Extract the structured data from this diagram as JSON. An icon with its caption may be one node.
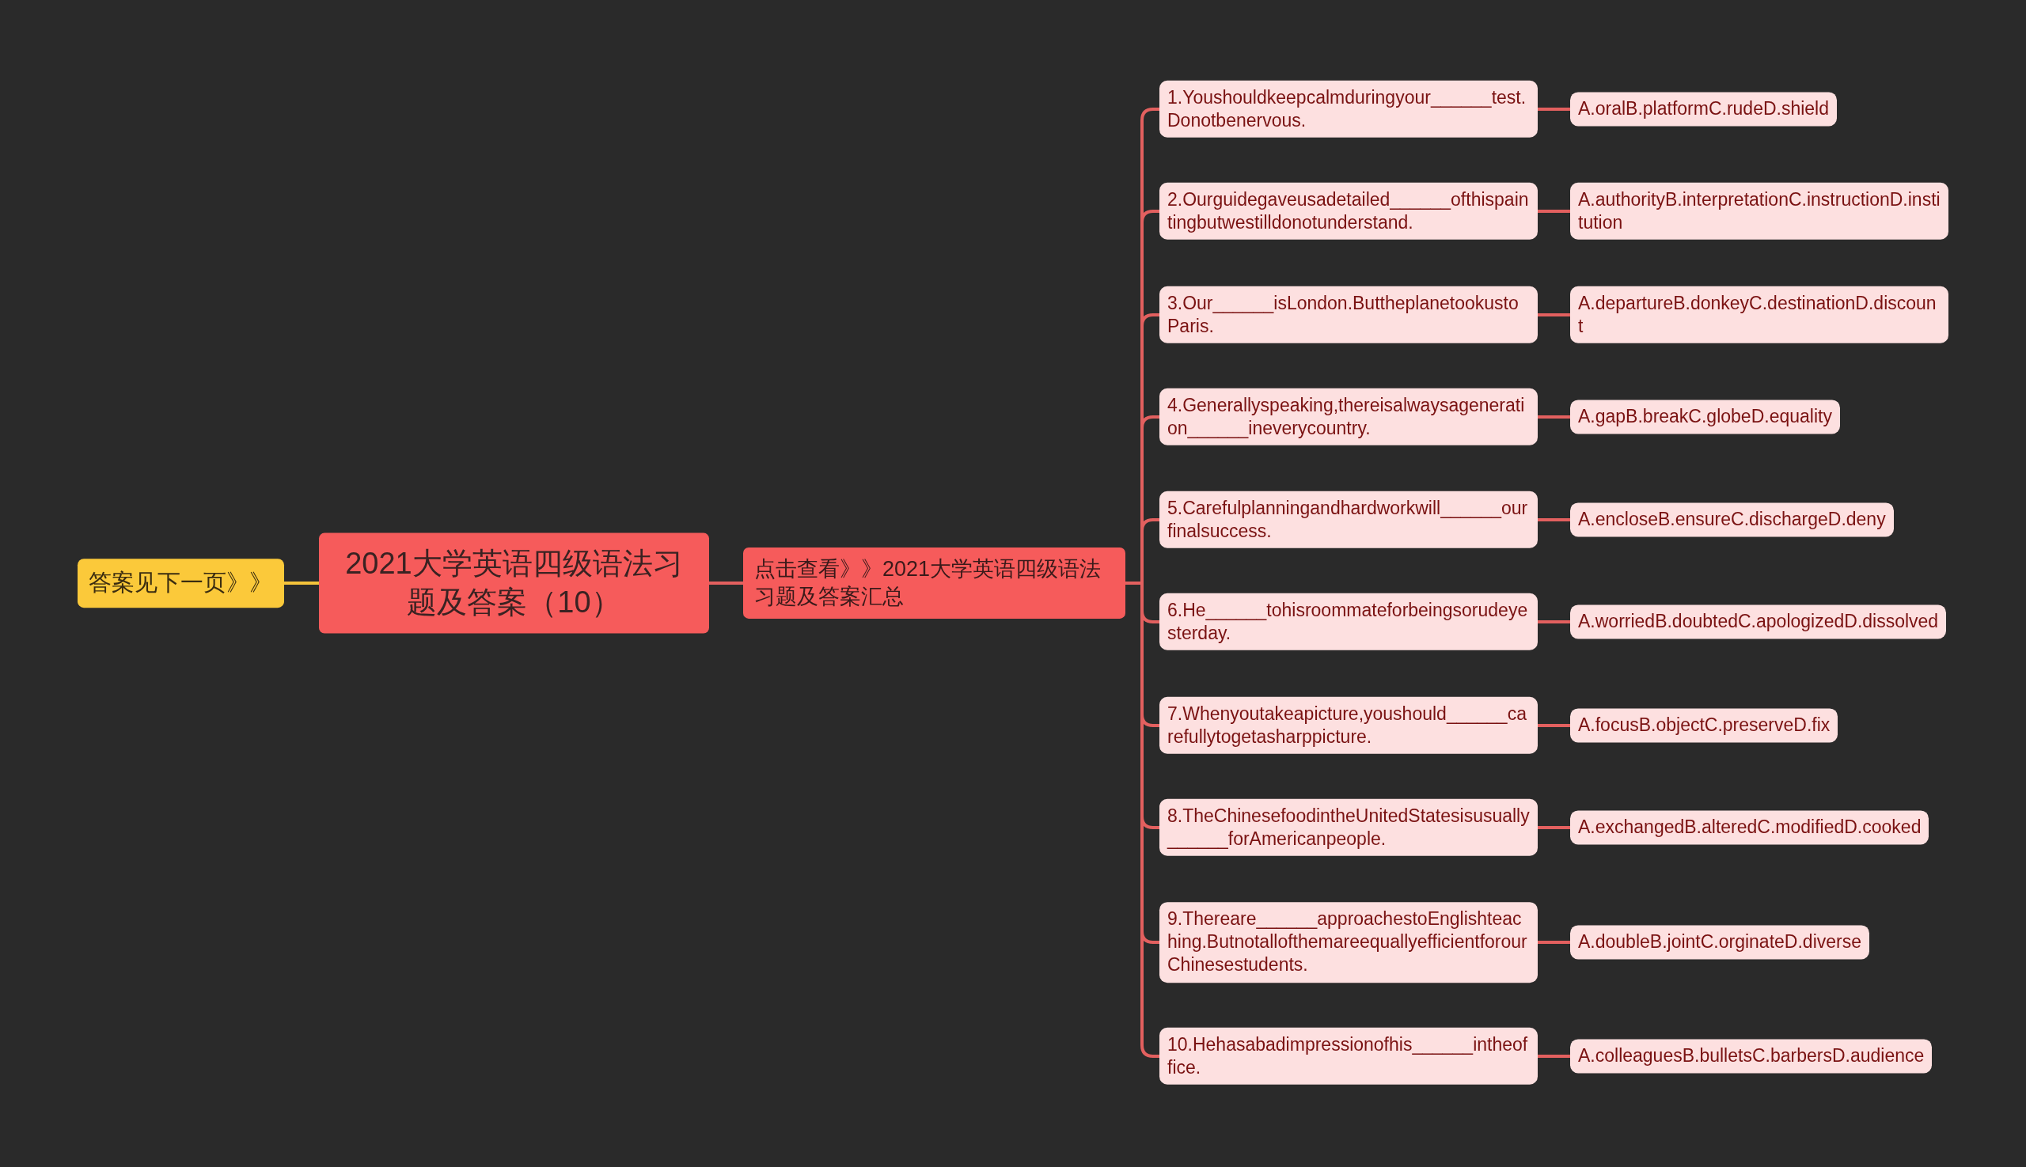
{
  "diagram": {
    "nodes": [
      {
        "text": [
          "答案见下一页》》"
        ]
      },
      {
        "text": [
          "2021大学英语四级语法习题及答案（10）"
        ]
      },
      {
        "text": [
          "点击查看》》2021大学英语四级语法习题及答案汇总"
        ]
      },
      {
        "text": [
          "1.Youshouldkeepcalmduringyour______test.Donotbenervous."
        ]
      },
      {
        "text": [
          "A.oralB.platformC.rudeD.shield"
        ]
      },
      {
        "text": [
          "2.Ourguidegaveusadetailed______ofthispaintingbutwestilldonotunderstand."
        ]
      },
      {
        "text": [
          "A.authorityB.interpretationC.instructionD.institution"
        ]
      },
      {
        "text": [
          "3.Our______isLondon.ButtheplanetookustoParis."
        ]
      },
      {
        "text": [
          "A.departureB.donkeyC.destinationD.discount"
        ]
      },
      {
        "text": [
          "4.Generallyspeaking,thereisalwaysageneration______ineverycountry."
        ]
      },
      {
        "text": [
          "A.gapB.breakC.globeD.equality"
        ]
      },
      {
        "text": [
          "5.Carefulplanningandhardworkwill______ourfinalsuccess."
        ]
      },
      {
        "text": [
          "A.encloseB.ensureC.dischargeD.deny"
        ]
      },
      {
        "text": [
          "6.He______tohisroommateforbeingsorudeyesterday."
        ]
      },
      {
        "text": [
          "A.worriedB.doubtedC.apologizedD.dissolved"
        ]
      },
      {
        "text": [
          "7.Whenyoutakeapicture,youshould______carefullytogetasharppicture."
        ]
      },
      {
        "text": [
          "A.focusB.objectC.preserveD.fix"
        ]
      },
      {
        "text": [
          "8.TheChinesefoodintheUnitedStatesisusually______forAmericanpeople."
        ]
      },
      {
        "text": [
          "A.exchangedB.alteredC.modifiedD.cooked"
        ]
      },
      {
        "text": [
          "9.Thereare______approachestoEnglishteaching.ButnotallofthemareequallyefficientforourChinesestudents."
        ]
      },
      {
        "text": [
          "A.doubleB.jointC.orginateD.diverse"
        ]
      },
      {
        "text": [
          "10.Hehasabadimpressionofhis______intheoffice."
        ]
      },
      {
        "text": [
          "A.colleaguesB.bulletsC.barbersD.audience"
        ]
      }
    ],
    "edges": [
      {
        "from": 1,
        "to": 0,
        "arrow": "none",
        "color": "#f5c33b"
      },
      {
        "from": 1,
        "to": 2,
        "arrow": "none"
      },
      {
        "from": 2,
        "to": 3,
        "arrow": "none"
      },
      {
        "from": 3,
        "to": 4,
        "arrow": "none"
      },
      {
        "from": 2,
        "to": 5,
        "arrow": "none"
      },
      {
        "from": 5,
        "to": 6,
        "arrow": "none"
      },
      {
        "from": 2,
        "to": 7,
        "arrow": "none"
      },
      {
        "from": 7,
        "to": 8,
        "arrow": "none"
      },
      {
        "from": 2,
        "to": 9,
        "arrow": "none"
      },
      {
        "from": 9,
        "to": 10,
        "arrow": "none"
      },
      {
        "from": 2,
        "to": 11,
        "arrow": "none"
      },
      {
        "from": 11,
        "to": 12,
        "arrow": "none"
      },
      {
        "from": 2,
        "to": 13,
        "arrow": "none"
      },
      {
        "from": 13,
        "to": 14,
        "arrow": "none"
      },
      {
        "from": 2,
        "to": 15,
        "arrow": "none"
      },
      {
        "from": 15,
        "to": 16,
        "arrow": "none"
      },
      {
        "from": 2,
        "to": 17,
        "arrow": "none"
      },
      {
        "from": 17,
        "to": 18,
        "arrow": "none"
      },
      {
        "from": 2,
        "to": 19,
        "arrow": "none"
      },
      {
        "from": 19,
        "to": 20,
        "arrow": "none"
      },
      {
        "from": 2,
        "to": 21,
        "arrow": "none"
      },
      {
        "from": 21,
        "to": 22,
        "arrow": "none"
      }
    ]
  }
}
